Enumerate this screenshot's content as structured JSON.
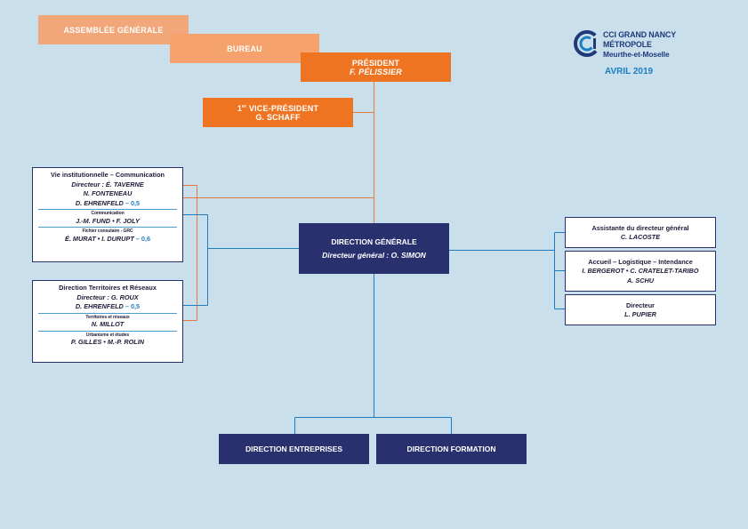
{
  "header": {
    "logo": {
      "line1": "CCI GRAND NANCY",
      "line2": "MÉTROPOLE",
      "line3": "Meurthe-et-Moselle"
    },
    "date": "AVRIL 2019"
  },
  "governance": {
    "assemblee": "ASSEMBLÉE GÉNÉRALE",
    "bureau": "BUREAU",
    "president": {
      "title": "PRÉSIDENT",
      "name": "F. PÉLISSIER"
    },
    "vice_president": {
      "title_num": "1",
      "title_sup": "er",
      "title_rest": " VICE-PRÉSIDENT",
      "name": "G. SCHAFF"
    }
  },
  "direction_generale": {
    "title": "DIRECTION GÉNÉRALE",
    "sub": "Directeur général : O. SIMON"
  },
  "left_boxes": {
    "vie": {
      "title": "Vie institutionnelle – Communication",
      "director": "Directeur : É. TAVERNE",
      "line2": "N. FONTENEAU",
      "line3": "D. EHRENFELD",
      "line3_accent": " – 0,5",
      "cap1": "Communication",
      "line4": "J.-M. FUND • F. JOLY",
      "cap2": "Fichier consulaire - GRC",
      "line5": "É. MURAT • I. DURUPT",
      "line5_accent": " – 0,6"
    },
    "territoires": {
      "title": "Direction Territoires et Réseaux",
      "director": "Directeur : G. ROUX",
      "line2": "D. EHRENFELD",
      "line2_accent": " – 0,5",
      "cap1": "Territoires et réseaux",
      "line3": "N. MILLOT",
      "cap2": "Urbanisme et études",
      "line4": "P. GILLES • M.-P. ROLIN"
    }
  },
  "right_boxes": {
    "assistante": {
      "title": "Assistante du directeur général",
      "name": "C. LACOSTE"
    },
    "accueil": {
      "title": "Accueil – Logistique – Intendance",
      "line1": "I. BERGEROT • C. CRATELET-TARIBO",
      "line2": "A. SCHU"
    },
    "directeur": {
      "title": "Directeur",
      "name": "L. PUPIER"
    }
  },
  "bottom": {
    "entreprises": "DIRECTION ENTREPRISES",
    "formation": "DIRECTION FORMATION"
  },
  "colors": {
    "background": "#c9dfec",
    "orange": "#ef7422",
    "navy": "#29306e",
    "blue_line": "#1b7ec0",
    "orange_line": "#e9783c"
  }
}
